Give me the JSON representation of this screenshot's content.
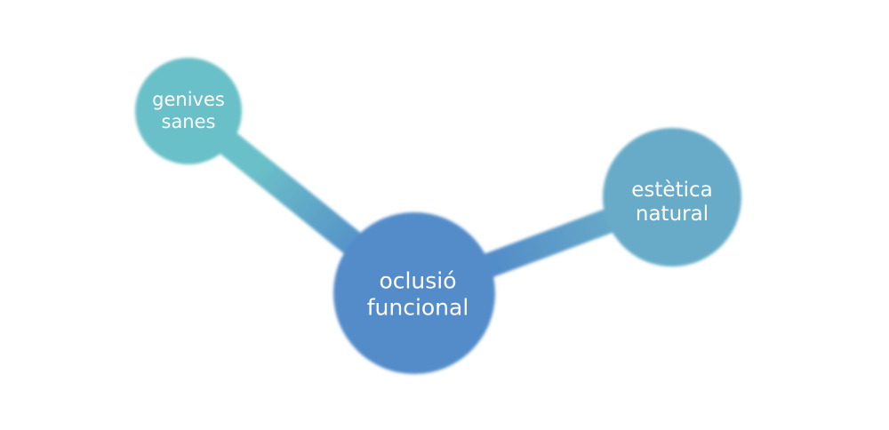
{
  "nodes": {
    "gums": {
      "line1": "genives",
      "line2": "sanes",
      "color": "#6bc0c8"
    },
    "occlusion": {
      "line1": "oclusió",
      "line2": "funcional",
      "color": "#528cc9"
    },
    "aesthetic": {
      "line1": "estètica",
      "line2": "natural",
      "color": "#68abc8"
    }
  }
}
